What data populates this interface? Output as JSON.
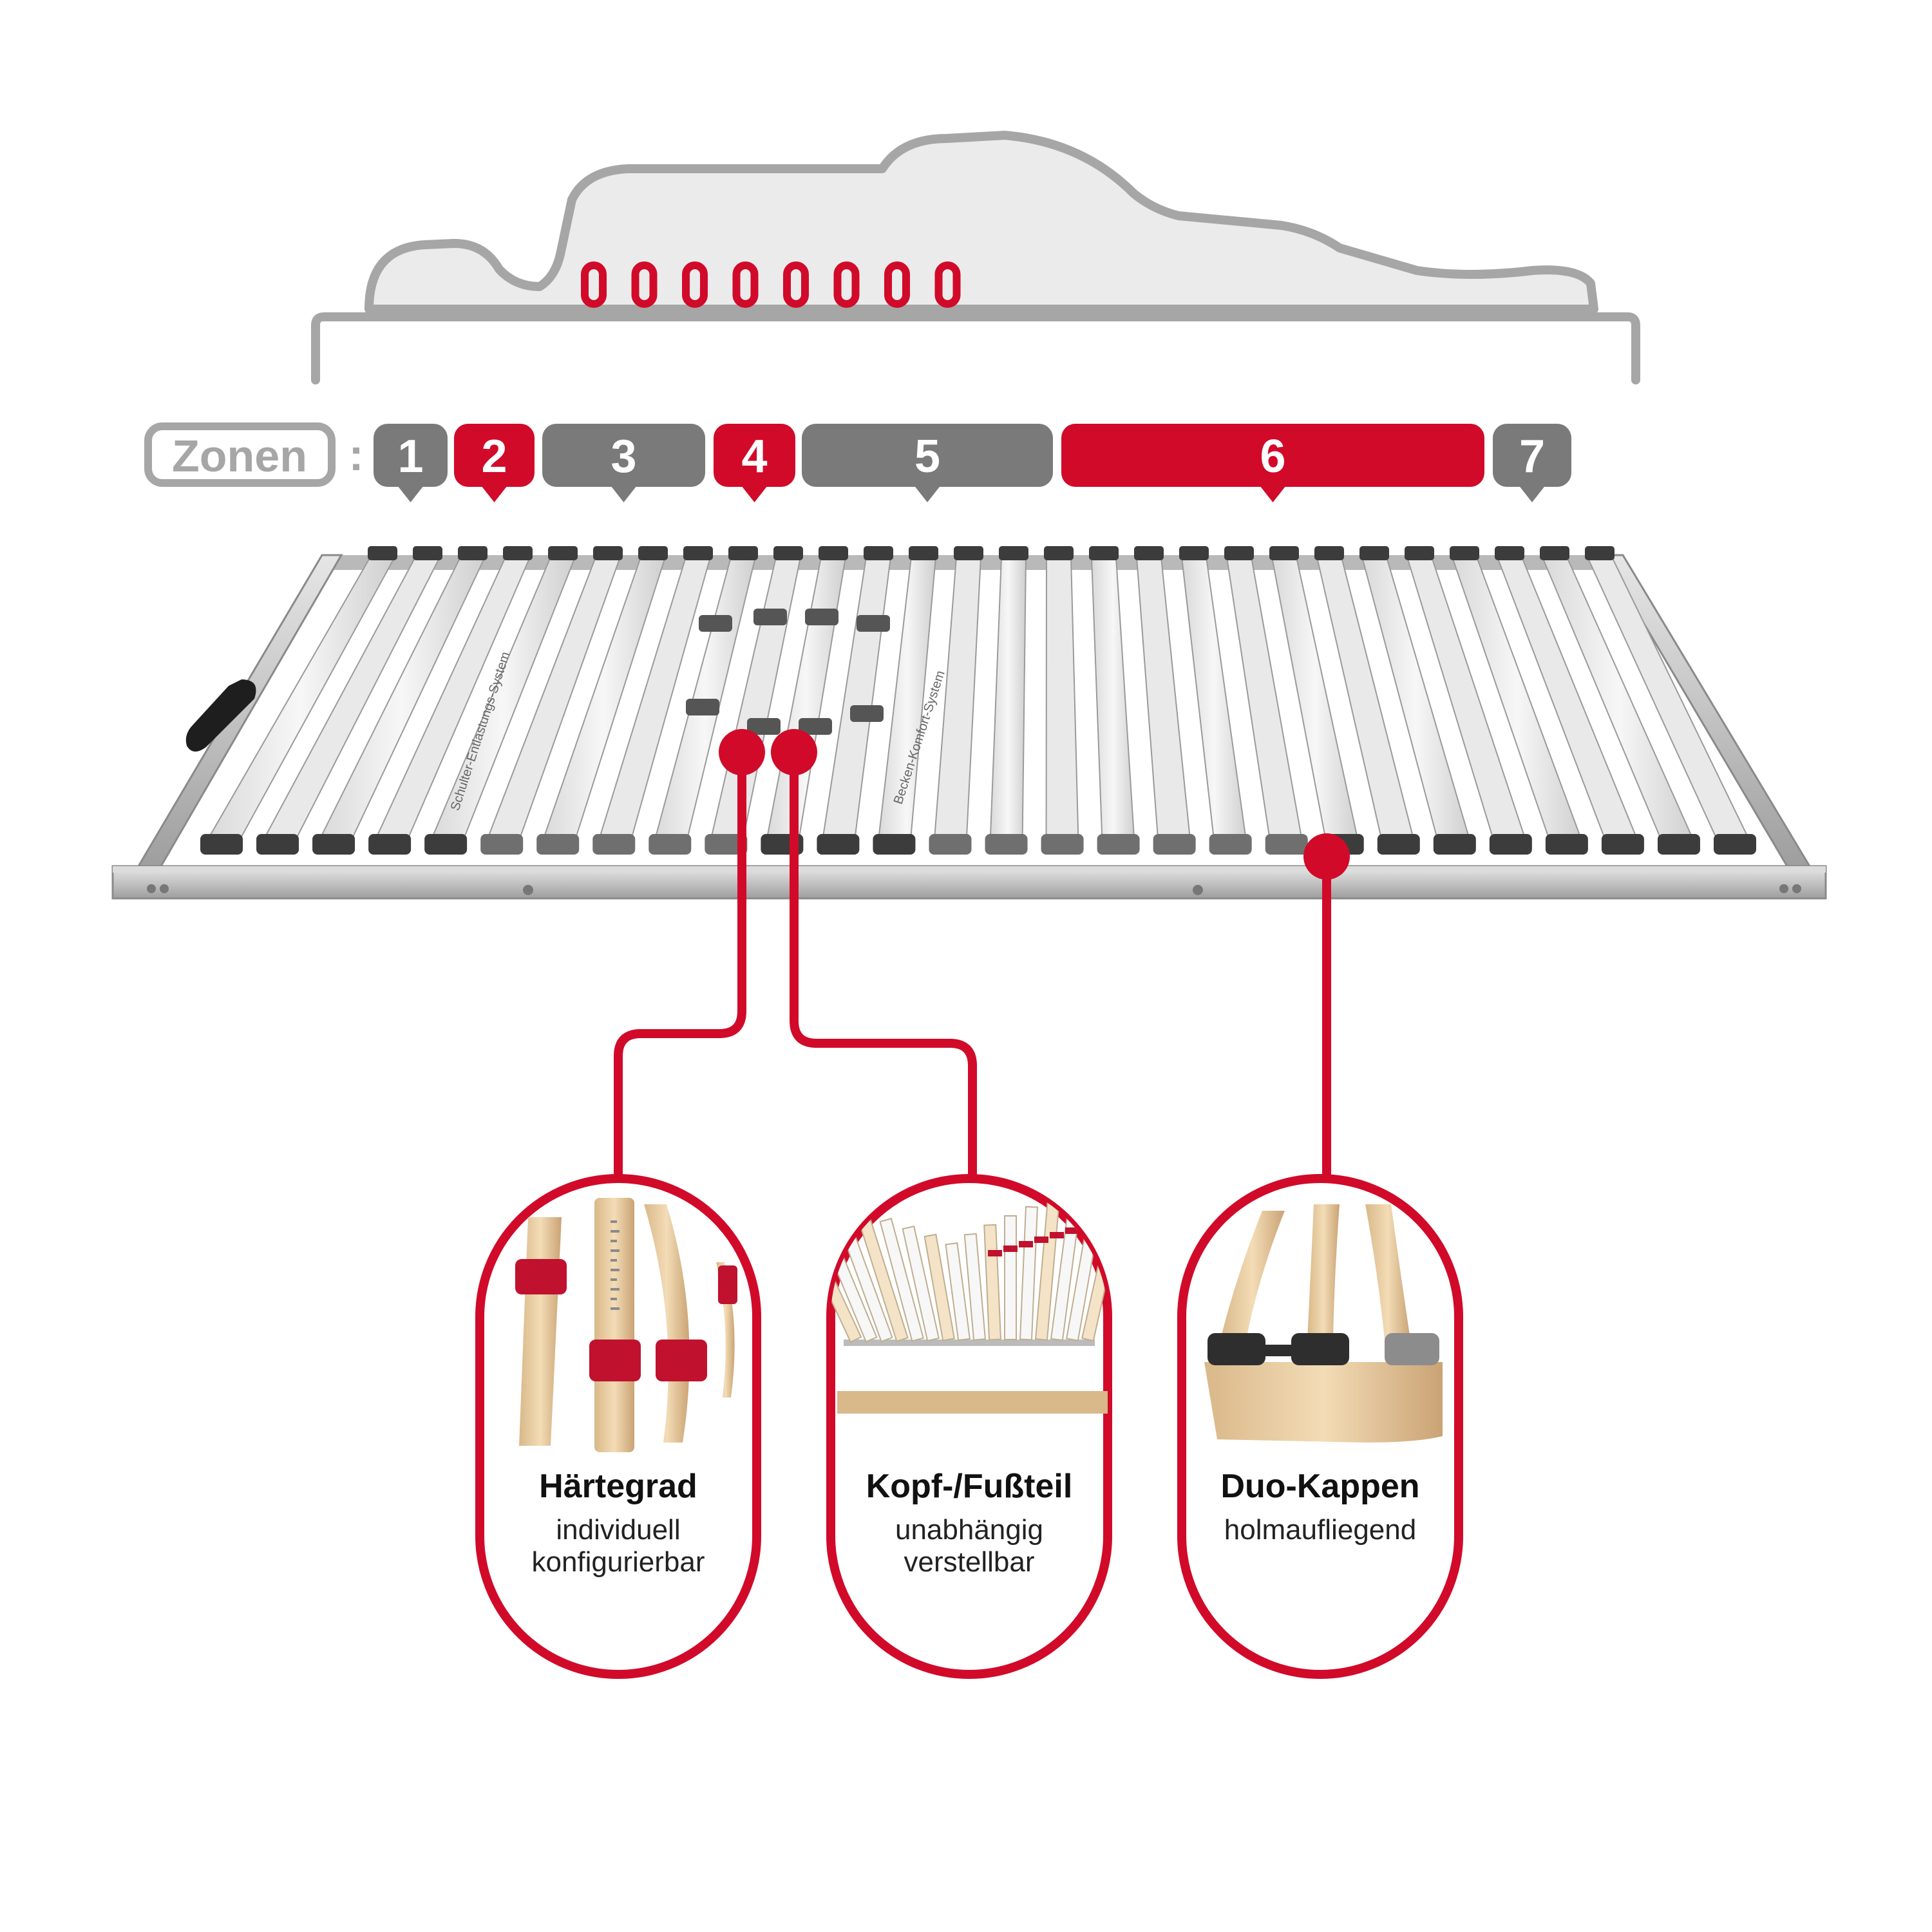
{
  "zones": {
    "label": "Zonen",
    "separator": ":",
    "items": [
      {
        "number": "1",
        "highlighted": false
      },
      {
        "number": "2",
        "highlighted": true
      },
      {
        "number": "3",
        "highlighted": false
      },
      {
        "number": "4",
        "highlighted": true
      },
      {
        "number": "5",
        "highlighted": false
      },
      {
        "number": "6",
        "highlighted": true
      },
      {
        "number": "7",
        "highlighted": false
      }
    ]
  },
  "frame_labels": {
    "shoulder_system": "Schulter-Entlastungs-System",
    "pelvis_system": "Becken-Komfort-System"
  },
  "features": [
    {
      "title": "Härtegrad",
      "lines": [
        "individuell",
        "konfigurierbar"
      ]
    },
    {
      "title": "Kopf-/Fußteil",
      "lines": [
        "unabhängig",
        "verstellbar"
      ]
    },
    {
      "title": "Duo-Kappen",
      "lines": [
        "holmaufliegend"
      ]
    }
  ],
  "colors": {
    "accent_red": "#d10a2a",
    "zone_gray": "#7a7a7a",
    "outline_gray": "#a6a6a6",
    "body_fill": "#ebebeb",
    "frame_gray": "#bdbdbd",
    "slat_light": "#f2f2f2",
    "cap_dark": "#3c3c3c"
  }
}
